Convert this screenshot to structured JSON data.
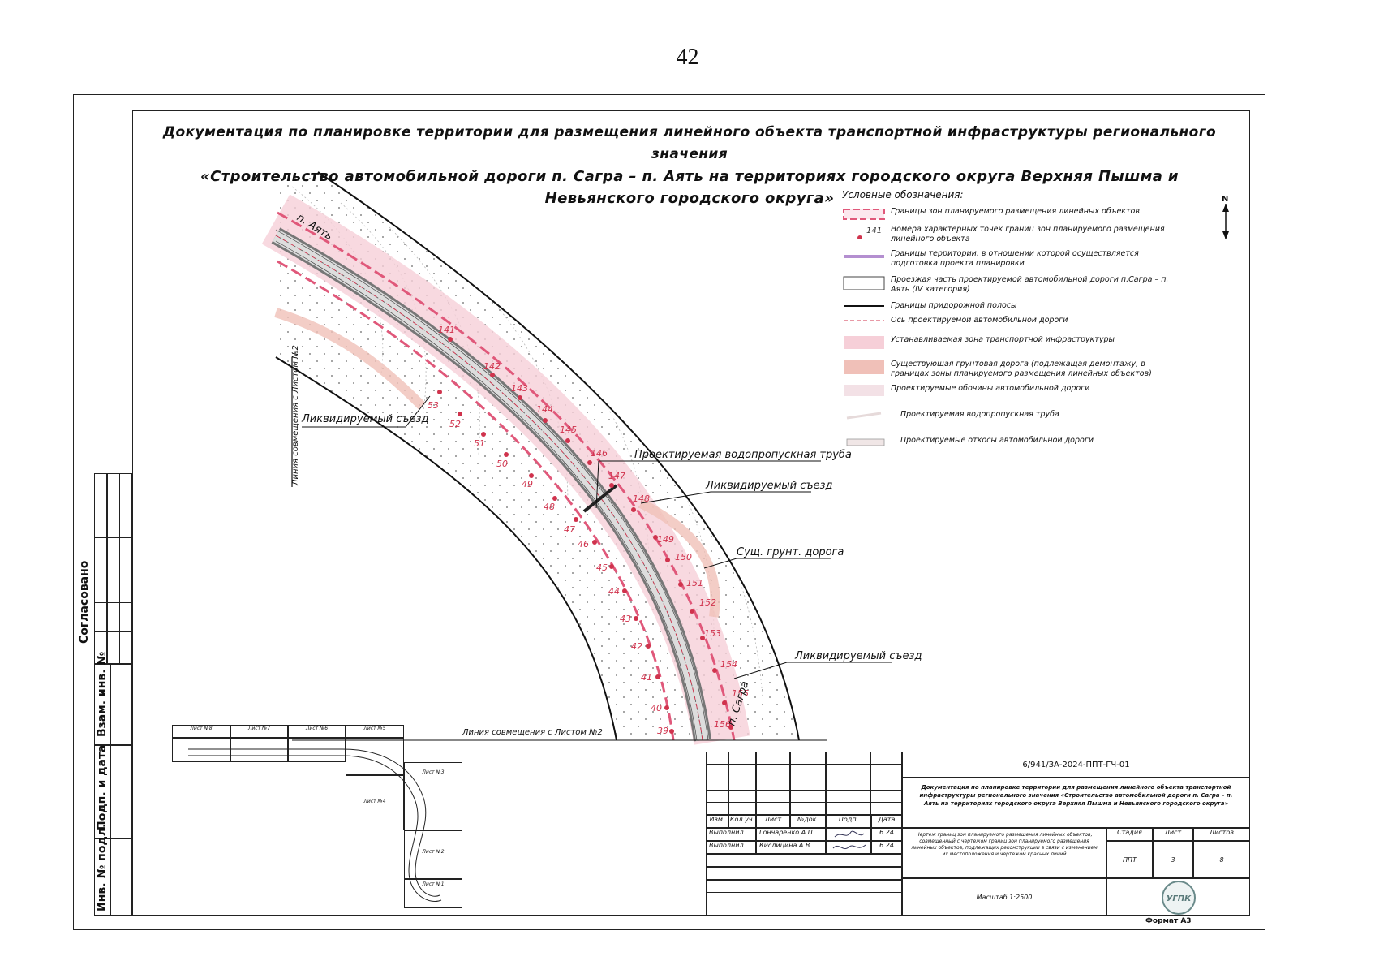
{
  "page_number": "42",
  "title": {
    "line1": "Документация по планировке территории для размещения линейного объекта транспортной инфраструктуры регионального значения",
    "line2": "«Строительство автомобильной дороги п. Сагра – п. Аять на территориях городского округа Верхняя Пышма и Невьянского городского округа»"
  },
  "side_stamp": {
    "agreed": "Согласовано",
    "replaced_inv": "Взам. инв. №",
    "sign_date": "Подп. и дата",
    "inv_orig": "Инв. № подл."
  },
  "map": {
    "top_settlement": "п. Аять",
    "bottom_settlement": "п. Сагра",
    "match_line_left": "Линия совмещения с Листом №2",
    "match_line_bottom": "Линия совмещения с Листом №2",
    "annotations": {
      "removed_exit_1": "Ликвидируемый съезд",
      "culvert": "Проектируемая водопропускная труба",
      "removed_exit_2": "Ликвидируемый съезд",
      "existing_road": "Сущ. грунт. дорога",
      "removed_exit_3": "Ликвидируемый съезд"
    },
    "outer_points": [
      "141",
      "142",
      "143",
      "144",
      "145",
      "146",
      "147",
      "148",
      "149",
      "150",
      "151",
      "152",
      "153",
      "154",
      "155",
      "156"
    ],
    "inner_points": [
      "53",
      "52",
      "51",
      "50",
      "49",
      "48",
      "47",
      "46",
      "45",
      "44",
      "43",
      "42",
      "41",
      "40",
      "39"
    ]
  },
  "legend": {
    "title": "Условные обозначения:",
    "items": [
      "Границы зон планируемого размещения линейных объектов",
      "Номера характерных точек границ зон планируемого размещения линейного объекта",
      "Границы территории, в отношении которой осуществляется подготовка проекта планировки",
      "Проезжая часть проектируемой автомобильной дороги п.Сагра – п. Аять (IV категория)",
      "Границы придорожной полосы",
      "Ось проектируемой автомобильной дороги",
      "Устанавливаемая зона транспортной инфраструктуры",
      "Существующая грунтовая дорога (подлежащая демонтажу, в границах зоны планируемого размещения линейных объектов)",
      "Проектируемые обочины автомобильной дороги",
      "Проектируемая водопропускная труба",
      "Проектируемые откосы автомобильной дороги"
    ],
    "point_sample": "141",
    "colors": {
      "zone_border": "#e0587a",
      "territory_border": "#b48fd0",
      "transport_zone": "#f6cfd8",
      "dirt_road": "#f0c0b8",
      "shoulder": "#f3e1e6"
    }
  },
  "north_label": "N",
  "stamp": {
    "code": "6/941/ЗА-2024-ППТ-ГЧ-01",
    "description": "Документация по планировке территории для размещения линейного объекта транспортной инфраструктуры регионального значения «Строительство автомобильной дороги п. Сагра – п. Аять на территориях городского округа Верхняя Пышма и Невьянского городского округа»",
    "headers": {
      "izm": "Изм.",
      "kol": "Кол.уч.",
      "list": "Лист",
      "ndoc": "№док.",
      "podp": "Подп.",
      "date": "Дата"
    },
    "rows": [
      {
        "role": "Выполнил",
        "name": "Гончаренко А.П.",
        "date": "6.24"
      },
      {
        "role": "Выполнил",
        "name": "Кислицина А.В.",
        "date": "6.24"
      }
    ],
    "drawing_name": "Чертеж границ зон планируемого размещения линейных объектов, совмещенный с чертежом границ зон планируемого размещения линейных объектов, подлежащих реконструкции в связи с изменением их местоположения и чертежом красных линий",
    "stage_label": "Стадия",
    "sheet_label": "Лист",
    "sheets_label": "Листов",
    "stage": "ППТ",
    "sheet": "3",
    "sheets": "8",
    "scale": "Масштаб 1:2500",
    "logo": "УГПК",
    "format": "Формат А3"
  },
  "sheet_index": [
    "Лист №8",
    "Лист №7",
    "Лист №6",
    "Лист №5",
    "Лист №4",
    "Лист №3",
    "Лист №2",
    "Лист №1"
  ]
}
